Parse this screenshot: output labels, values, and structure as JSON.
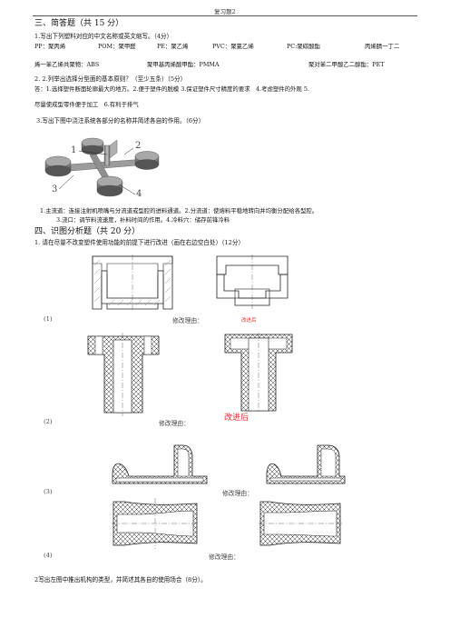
{
  "header": {
    "title": "复习题2"
  },
  "section3": {
    "heading": "三、简答题（共 15 分）",
    "q1": {
      "prompt": "1.写出下列塑料对应的中文名称或英文缩写。（4分）",
      "line1": [
        "PP：聚丙烯",
        "POM：聚甲醛",
        "PE：聚乙烯",
        "PVC：聚氯乙烯",
        "PC:聚碳酸酯",
        "丙烯腈一丁二"
      ],
      "line2": [
        "烯一苯乙烯共聚物：ABS",
        "聚甲基丙烯酸甲酯：PMMA",
        "聚对苯二甲酸乙二醇酯：PET"
      ]
    },
    "q2": {
      "prompt": "2. 2.列举出选择分型面的基本原则？（至少五条）（5分）",
      "answer1": "答：1.选择塑件断面轮廓最大的地方。2.便于塑件的脱模 3.保证塑件尺寸精度的要求　4.考虑塑件的外观 5.",
      "answer2": "尽量使成型零件便于加工　6.有利于排气"
    },
    "q3": {
      "prompt": "3.写出下图中浇注系统各部分的名称并简述各自的作用。（6分）",
      "labels": [
        "1",
        "2",
        "3",
        "4"
      ],
      "answer1": "1.主流道：连接注射机喷嘴与分流道或型腔的进料通道。2.分流道：使熔料平稳地转向并均衡分配给各型腔。",
      "answer2": "3.浇口：调节料流速度，补料时间的作用。4.冷料穴：储存前锋冷料"
    }
  },
  "section4": {
    "heading": "四、识图分析题（共 20 分）",
    "q1_prompt": "1. 请在尽量不改变塑件使用功能的前提下进行改进（画在右边空白处）（12分）",
    "items": [
      {
        "num": "(1)",
        "reason": "修改理由：",
        "improved": "改进后"
      },
      {
        "num": "(2)",
        "reason": "修改理由：",
        "improved": "改进后"
      },
      {
        "num": "(3)",
        "reason": "修改理由："
      },
      {
        "num": "(4)",
        "reason": "修改理由："
      }
    ],
    "q2_prompt": "2写出左图中推出机构的类型，并简述其各自的使用场合（8分）。"
  }
}
